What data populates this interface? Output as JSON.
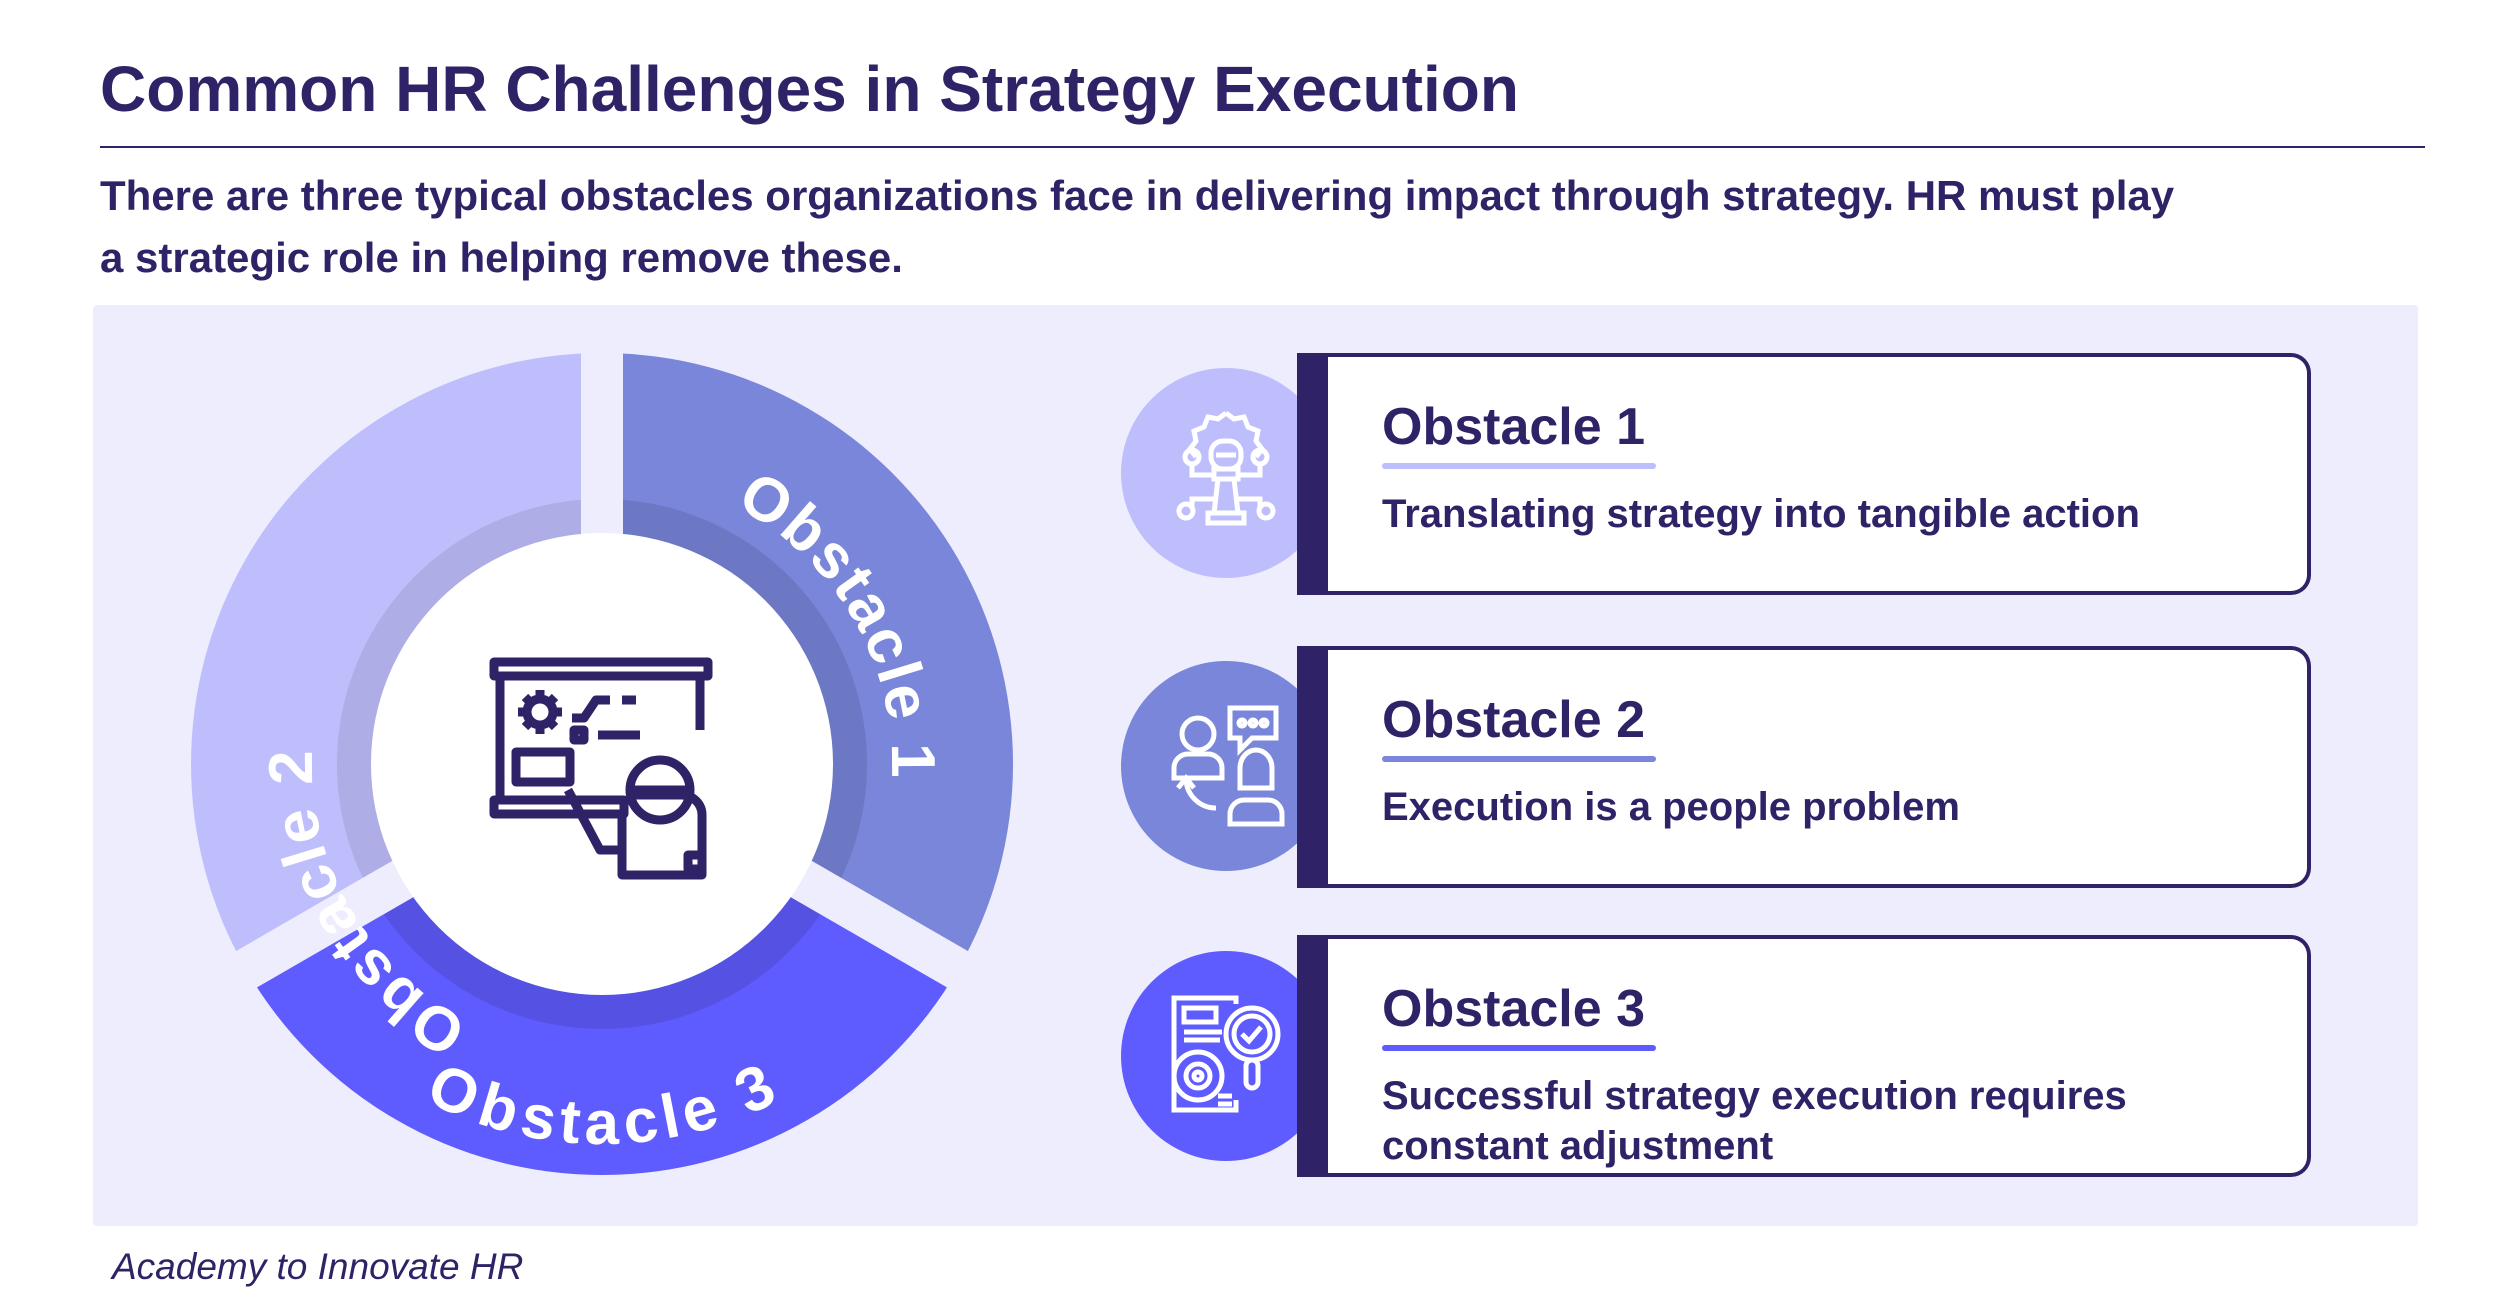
{
  "header": {
    "title": "Common HR Challenges in Strategy Execution",
    "subtitle_lines": [
      "There are three typical obstacles organizations face in delivering impact through strategy. HR must play",
      "a strategic role in helping remove these."
    ]
  },
  "colors": {
    "text": "#2f2266",
    "panel_bg": "#eeedfd",
    "obstacle1": "#bfbefd",
    "obstacle2": "#7986d9",
    "obstacle3": "#5e5cfe"
  },
  "wheel": {
    "center_icon": "presenter-board-icon",
    "segments": [
      {
        "label": "Obstacle 1",
        "color": "#bfbefd",
        "band": "#aeade6"
      },
      {
        "label": "Obstacle 2",
        "color": "#7986d9",
        "band": "#6d78c5"
      },
      {
        "label": "Obstacle 3",
        "color": "#5e5cfe",
        "band": "#5552e3"
      }
    ]
  },
  "obstacles": [
    {
      "title": "Obstacle 1",
      "description": "Translating strategy into tangible action",
      "icon": "strategy-chess-gear-icon",
      "color": "#bfbefd"
    },
    {
      "title": "Obstacle 2",
      "description": "Execution is a people problem",
      "icon": "people-conversation-icon",
      "color": "#7986d9"
    },
    {
      "title": "Obstacle 3",
      "description": "Successful strategy execution requires constant adjustment",
      "icon": "document-gear-magnifier-icon",
      "color": "#5e5cfe"
    }
  ],
  "footer": {
    "source": "Academy to Innovate HR"
  }
}
